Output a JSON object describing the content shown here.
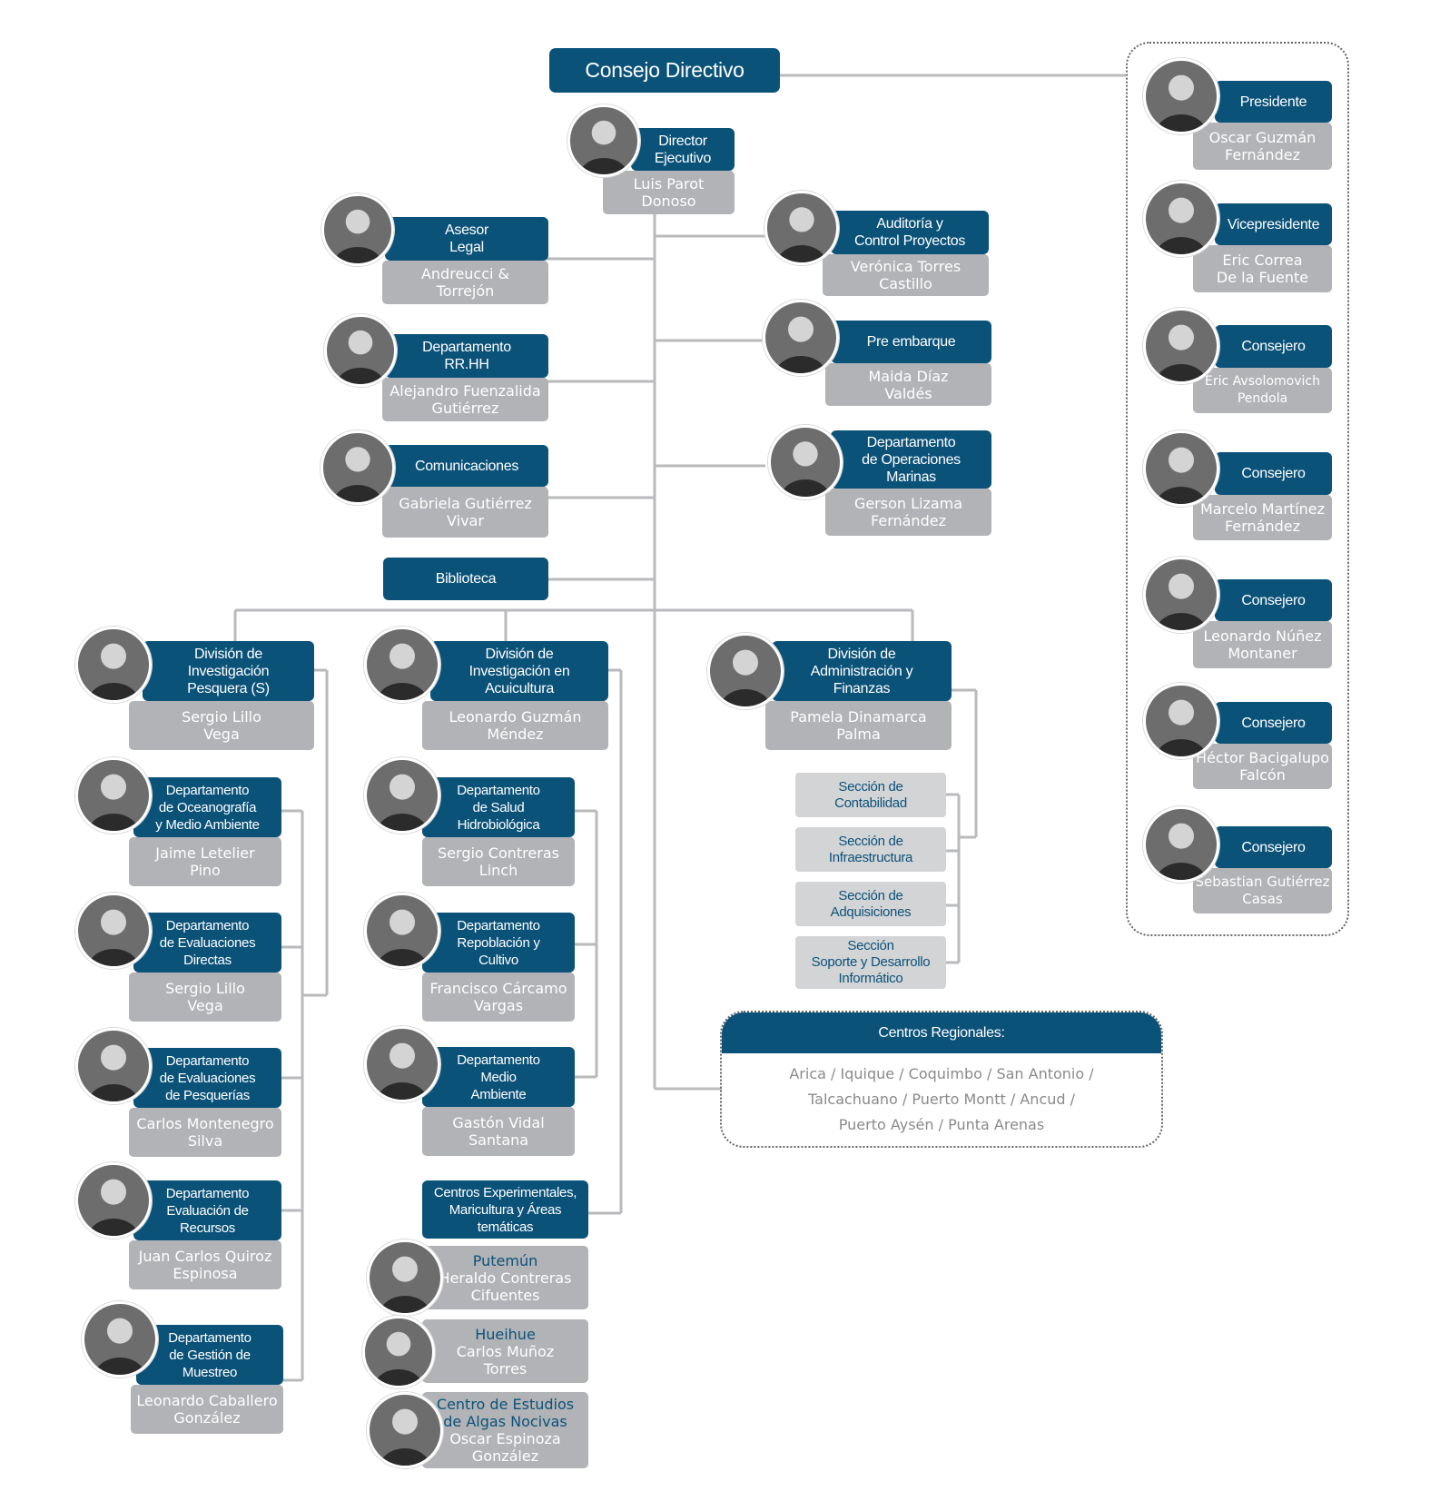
{
  "title": "Consejo Directivo",
  "director": {
    "role": "Director\nEjecutivo",
    "name": "Luis Parot\nDonoso"
  },
  "council": [
    {
      "role": "Presidente",
      "name": "Oscar Guzmán\nFernández"
    },
    {
      "role": "Vicepresidente",
      "name": "Eric Correa\nDe la Fuente"
    },
    {
      "role": "Consejero",
      "name": "Eric Avsolomovich\nPendola"
    },
    {
      "role": "Consejero",
      "name": "Marcelo Martínez\nFernández"
    },
    {
      "role": "Consejero",
      "name": "Leonardo Núñez\nMontaner"
    },
    {
      "role": "Consejero",
      "name": "Héctor Bacigalupo\nFalcón"
    },
    {
      "role": "Consejero",
      "name": "Sebastian Gutiérrez\nCasas"
    }
  ],
  "staff_left": [
    {
      "role": "Asesor\nLegal",
      "name": "Andreucci &\nTorrejón"
    },
    {
      "role": "Departamento\nRR.HH",
      "name": "Alejandro Fuenzalida\nGutiérrez"
    },
    {
      "role": "Comunicaciones",
      "name": "Gabriela Gutiérrez\nVivar"
    }
  ],
  "biblioteca": "Biblioteca",
  "staff_right": [
    {
      "role": "Auditoría y\nControl Proyectos",
      "name": "Verónica Torres\nCastillo"
    },
    {
      "role": "Pre embarque",
      "name": "Maida Díaz\nValdés"
    },
    {
      "role": "Departamento\nde Operaciones\nMarinas",
      "name": "Gerson Lizama\nFernández"
    }
  ],
  "divisions": [
    {
      "role": "División de\nInvestigación\nPesquera (S)",
      "name": "Sergio Lillo\nVega"
    },
    {
      "role": "División de\nInvestigación en\nAcuicultura",
      "name": "Leonardo Guzmán\nMéndez"
    },
    {
      "role": "División de\nAdministración y\nFinanzas",
      "name": "Pamela Dinamarca\nPalma"
    }
  ],
  "dept_pesquera": [
    {
      "role": "Departamento\nde Oceanografía\ny Medio Ambiente",
      "name": "Jaime Letelier\nPino"
    },
    {
      "role": "Departamento\nde Evaluaciones\nDirectas",
      "name": "Sergio Lillo\nVega"
    },
    {
      "role": "Departamento\nde Evaluaciones\nde Pesquerías",
      "name": "Carlos Montenegro\nSilva"
    },
    {
      "role": "Departamento\nEvaluación de\nRecursos",
      "name": "Juan Carlos Quiroz\nEspinosa"
    },
    {
      "role": "Departamento\nde Gestión de\nMuestreo",
      "name": "Leonardo Caballero\nGonzález"
    }
  ],
  "dept_acuicultura": [
    {
      "role": "Departamento\nde Salud\nHidrobiológica",
      "name": "Sergio Contreras\nLinch"
    },
    {
      "role": "Departamento\nRepoblación y\nCultivo",
      "name": "Francisco Cárcamo\nVargas"
    },
    {
      "role": "Departamento\nMedio\nAmbiente",
      "name": "Gastón Vidal\nSantana"
    }
  ],
  "centros_experimentales": {
    "title": "Centros Experimentales,\nMaricultura y Áreas\ntemáticas",
    "items": [
      {
        "place": "Putemún",
        "name": "Heraldo Contreras\nCifuentes"
      },
      {
        "place": "Hueihue",
        "name": "Carlos Muñoz\nTorres"
      },
      {
        "place": "Centro de Estudios\nde Algas Nocivas",
        "name": "Oscar Espinoza\nGonzález"
      }
    ]
  },
  "secciones": [
    "Sección de\nContabilidad",
    "Sección de\nInfraestructura",
    "Sección de\nAdquisiciones",
    "Sección\nSoporte y Desarrollo\nInformático"
  ],
  "regionales": {
    "title": "Centros Regionales:",
    "lines": [
      "Arica / Iquique / Coquimbo / San Antonio /",
      "Talcachuano / Puerto Montt / Ancud /",
      "Puerto Aysén / Punta Arenas"
    ]
  },
  "colors": {
    "header": "#0b5279",
    "name_box": "#b1b3b6",
    "section_box": "#d3d4d6",
    "lines": "#b9babc"
  }
}
